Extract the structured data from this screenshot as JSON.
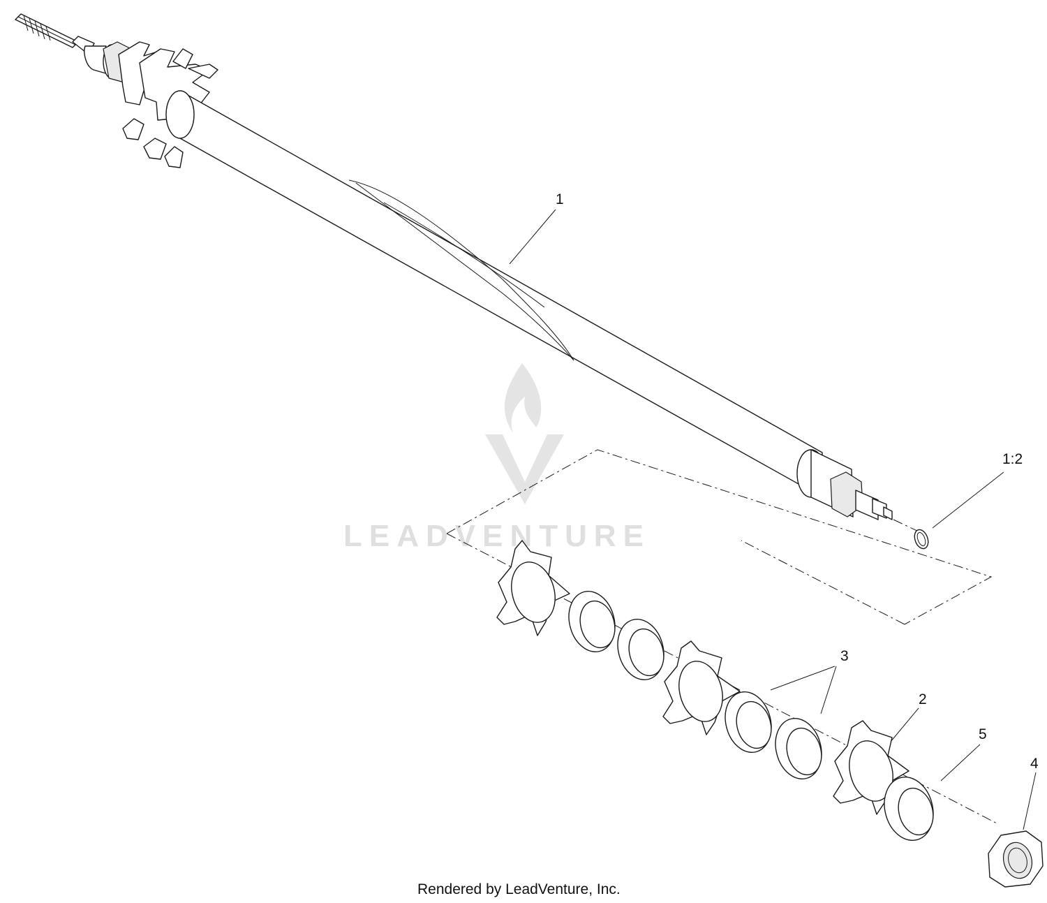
{
  "diagram": {
    "callouts": [
      {
        "id": "1",
        "label": "1"
      },
      {
        "id": "1-2",
        "label": "1:2"
      },
      {
        "id": "2",
        "label": "2"
      },
      {
        "id": "3",
        "label": "3"
      },
      {
        "id": "4",
        "label": "4"
      },
      {
        "id": "5",
        "label": "5"
      }
    ]
  },
  "watermark": {
    "text": "LEADVENTURE"
  },
  "footer": {
    "credit": "Rendered by LeadVenture, Inc."
  }
}
